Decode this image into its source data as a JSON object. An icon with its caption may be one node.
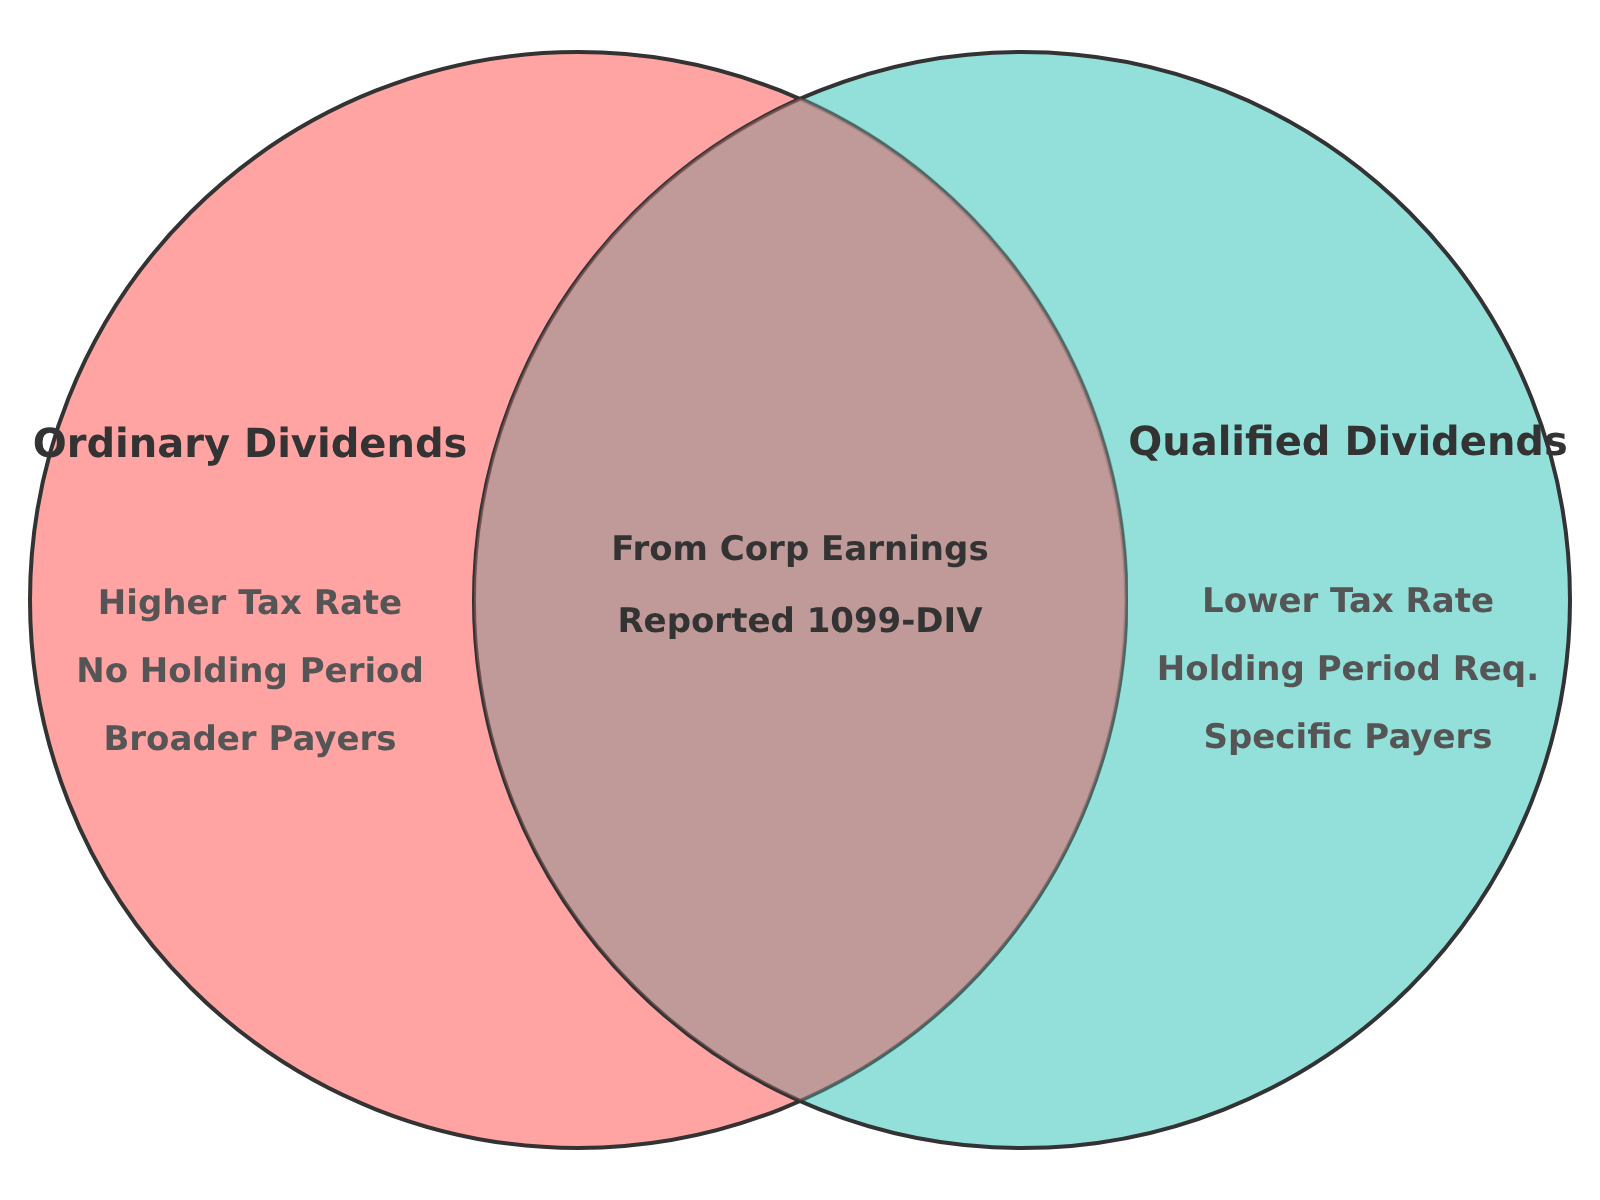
{
  "diagram": {
    "nodes": [
      {
        "text": [
          "Ordinary Dividends",
          "Higher Tax Rate",
          "No Holding Period",
          "Broader Payers"
        ]
      },
      {
        "text": [
          "Qualified Dividends",
          "Lower Tax Rate",
          "Holding Period Req.",
          "Specific Payers"
        ]
      },
      {
        "text": [
          "From Corp Earnings",
          "Reported 1099-DIV"
        ]
      }
    ]
  }
}
